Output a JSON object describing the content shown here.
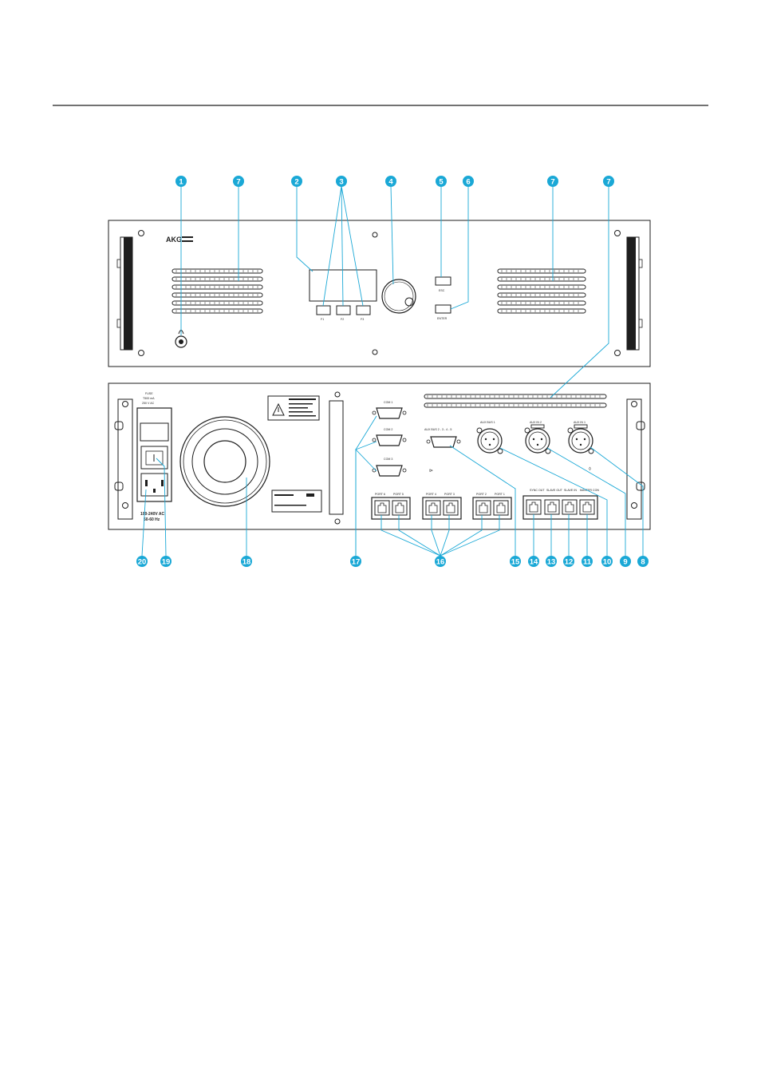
{
  "colors": {
    "callout": "#1aa8d6",
    "line": "#1e1e1e",
    "background": "#ffffff"
  },
  "callouts": {
    "top": [
      {
        "id": "1",
        "label": "1"
      },
      {
        "id": "7a",
        "label": "7"
      },
      {
        "id": "2",
        "label": "2"
      },
      {
        "id": "3",
        "label": "3"
      },
      {
        "id": "4",
        "label": "4"
      },
      {
        "id": "5",
        "label": "5"
      },
      {
        "id": "6",
        "label": "6"
      },
      {
        "id": "7b",
        "label": "7"
      },
      {
        "id": "7c",
        "label": "7"
      }
    ],
    "bottom": [
      {
        "id": "20",
        "label": "20"
      },
      {
        "id": "19",
        "label": "19"
      },
      {
        "id": "18",
        "label": "18"
      },
      {
        "id": "17",
        "label": "17"
      },
      {
        "id": "16",
        "label": "16"
      },
      {
        "id": "15",
        "label": "15"
      },
      {
        "id": "14",
        "label": "14"
      },
      {
        "id": "13",
        "label": "13"
      },
      {
        "id": "12",
        "label": "12"
      },
      {
        "id": "11",
        "label": "11"
      },
      {
        "id": "10",
        "label": "10"
      },
      {
        "id": "9",
        "label": "9"
      },
      {
        "id": "8",
        "label": "8"
      }
    ]
  },
  "front_panel": {
    "brand": "AKG",
    "softkeys": [
      "F1",
      "F2",
      "F3"
    ],
    "button_5": "ESC",
    "button_6": "ENTER"
  },
  "rear_panel": {
    "fuse_label": [
      "FUSE",
      "T500 mA",
      "250 V AC"
    ],
    "voltage_label": [
      "100-240V AC",
      "50-60 Hz"
    ],
    "com_ports": [
      "COM 1",
      "COM 2",
      "COM 3"
    ],
    "aux_bus_label": "AUX BUS 2 - 3 - 4 - 5",
    "xlr_labels": [
      "AUX BUS 1",
      "AUX IN 2",
      "AUX IN 1"
    ],
    "port_groups": [
      [
        "PORT 6",
        "PORT 5"
      ],
      [
        "PORT 4",
        "PORT 3"
      ],
      [
        "PORT 2",
        "PORT 1"
      ]
    ],
    "right_jacks": [
      "SYNC OUT",
      "SLAVE OUT",
      "SLAVE IN",
      "MASTER CON"
    ]
  }
}
